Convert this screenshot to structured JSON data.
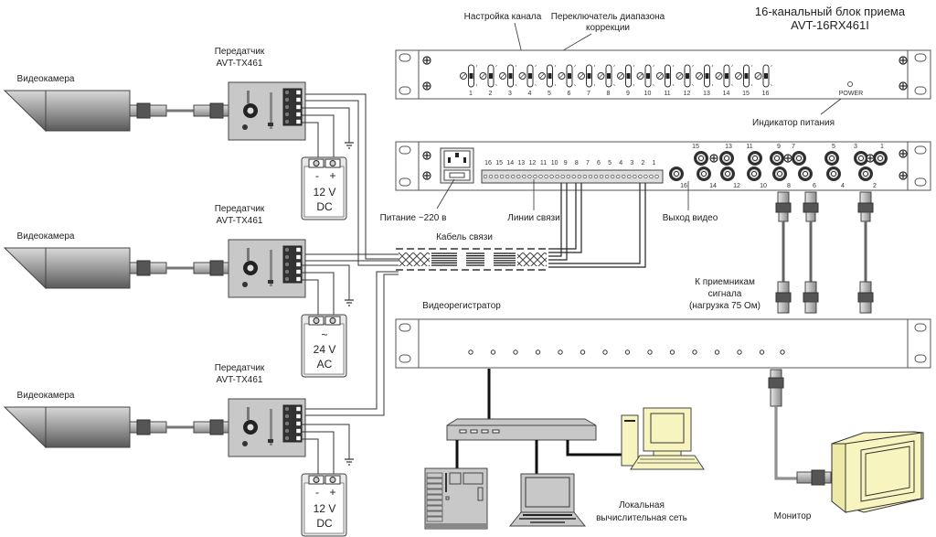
{
  "title": {
    "line1": "16-канальный блок приема",
    "line2": "AVT-16RX461I"
  },
  "receiver_front": {
    "label_channel_setting": "Настройка канала",
    "label_correction_switch_1": "Переключатель диапазона",
    "label_correction_switch_2": "коррекции",
    "channels": [
      "1",
      "2",
      "3",
      "4",
      "5",
      "6",
      "7",
      "8",
      "9",
      "10",
      "11",
      "12",
      "13",
      "14",
      "15",
      "16"
    ],
    "power_label": "POWER",
    "power_indicator_label": "Индикатор питания"
  },
  "receiver_rear": {
    "line_numbers": [
      "16",
      "15",
      "14",
      "13",
      "12",
      "11",
      "10",
      "9",
      "8",
      "7",
      "6",
      "5",
      "4",
      "3",
      "2",
      "1"
    ],
    "bnc_top": [
      "15",
      "13",
      "11",
      "9",
      "7",
      "5",
      "3",
      "1"
    ],
    "bnc_bottom": [
      "16",
      "14",
      "12",
      "10",
      "8",
      "6",
      "4",
      "2"
    ],
    "label_power": "Питание ~220 в",
    "label_lines": "Линии связи",
    "label_video_out": "Выход видео"
  },
  "cable_label": "Кабель связи",
  "receivers_note": {
    "line1": "К приемникам",
    "line2": "сигнала",
    "line3": "(нагрузка 75 Ом)"
  },
  "cameras": [
    {
      "label": "Видеокамера",
      "tx_line1": "Передатчик",
      "tx_line2": "AVT-TX461",
      "psu_line1": "12 V",
      "psu_line2": "DC",
      "psu_minus": "-",
      "psu_plus": "+"
    },
    {
      "label": "Видеокамера",
      "tx_line1": "Передатчик",
      "tx_line2": "AVT-TX461",
      "psu_line1": "24 V",
      "psu_line2": "AC",
      "psu_ac": "~"
    },
    {
      "label": "Видеокамера",
      "tx_line1": "Передатчик",
      "tx_line2": "AVT-TX461",
      "psu_line1": "12 V",
      "psu_line2": "DC",
      "psu_minus": "-",
      "psu_plus": "+"
    }
  ],
  "dvr_label": "Видеорегистратор",
  "lan": {
    "line1": "Локальная",
    "line2": "вычислительная сеть"
  },
  "monitor_label": "Монитор",
  "colors": {
    "panel_stroke": "#555555",
    "device_gray": "#c8c8c8",
    "screen_yellow": "#f8f4c0"
  }
}
